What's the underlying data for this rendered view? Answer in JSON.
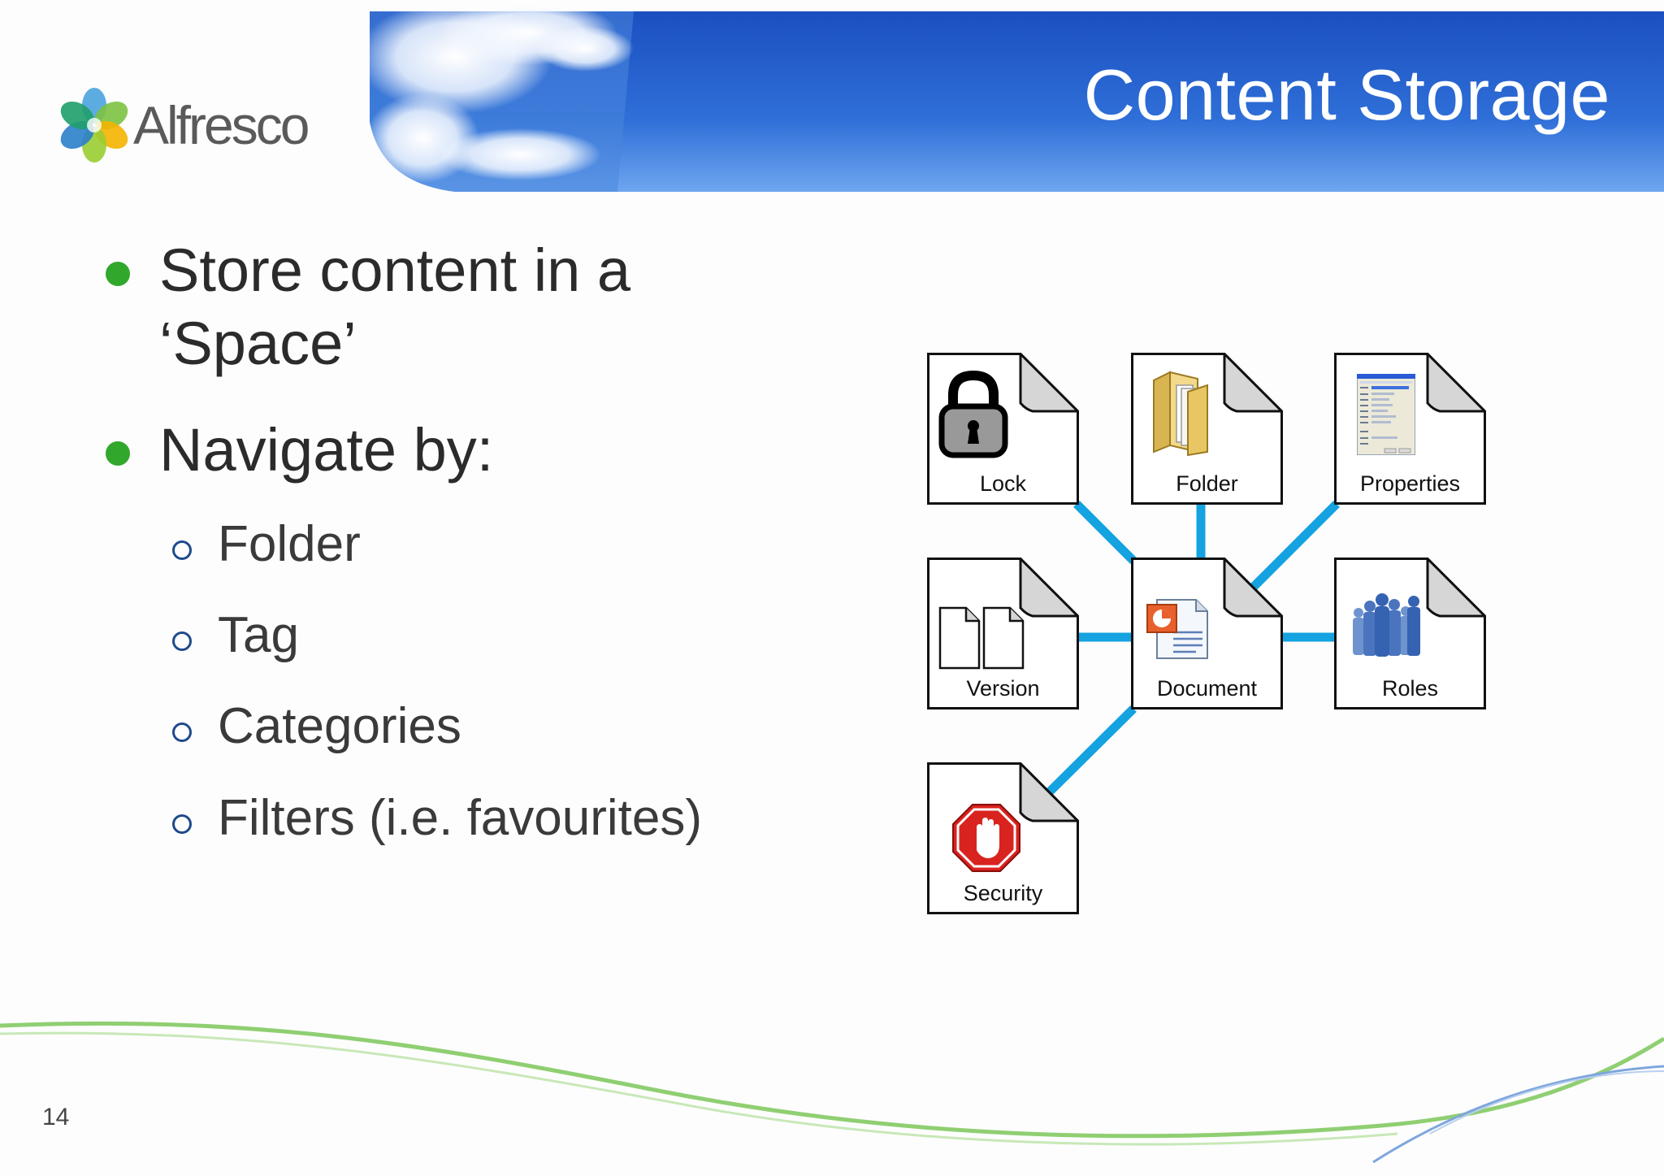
{
  "slide": {
    "title": "Content Storage",
    "logo_text": "Alfresco",
    "page_number": "14",
    "colors": {
      "header_blue": "#1f5fcf",
      "bullet_green": "#31a82c",
      "connector_blue": "#14a3e0"
    }
  },
  "bullets": [
    {
      "text": "Store content in a ‘Space’"
    },
    {
      "text": "Navigate by:",
      "sub": [
        "Folder",
        "Tag",
        "Categories",
        "Filters (i.e. favourites)"
      ]
    }
  ],
  "diagram": {
    "nodes": [
      {
        "label": "Lock",
        "icon": "padlock-icon"
      },
      {
        "label": "Folder",
        "icon": "folder-icon"
      },
      {
        "label": "Properties",
        "icon": "properties-dialog-icon"
      },
      {
        "label": "Version",
        "icon": "versions-icon"
      },
      {
        "label": "Document",
        "icon": "document-icon"
      },
      {
        "label": "Roles",
        "icon": "people-icon"
      },
      {
        "label": "Security",
        "icon": "stop-hand-icon"
      }
    ]
  }
}
